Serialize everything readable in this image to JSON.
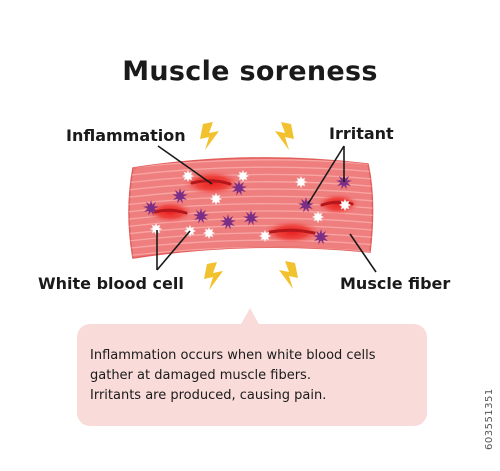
{
  "title": "Muscle soreness",
  "labels": {
    "inflammation": "Inflammation",
    "irritant": "Irritant",
    "white_blood_cell": "White blood cell",
    "muscle_fiber": "Muscle fiber"
  },
  "callout": {
    "lines": [
      "Inflammation occurs when white blood cells",
      "gather at damaged muscle fibers.",
      "Irritants are produced, causing pain."
    ]
  },
  "watermark": "603551351",
  "colors": {
    "muscle": "#ef7e7e",
    "muscle_stripe": "#f7a9a6",
    "muscle_outline": "#d9534f",
    "inflammation": "#d91f1f",
    "irritant": "#7a2e86",
    "white_cell": "#ffffff",
    "pain_bolt": "#f2c12e",
    "callout_bg": "#f9dcd9"
  },
  "icons": [
    "lightning-bolt-icon",
    "irritant-star-icon",
    "white-blood-cell-icon"
  ]
}
